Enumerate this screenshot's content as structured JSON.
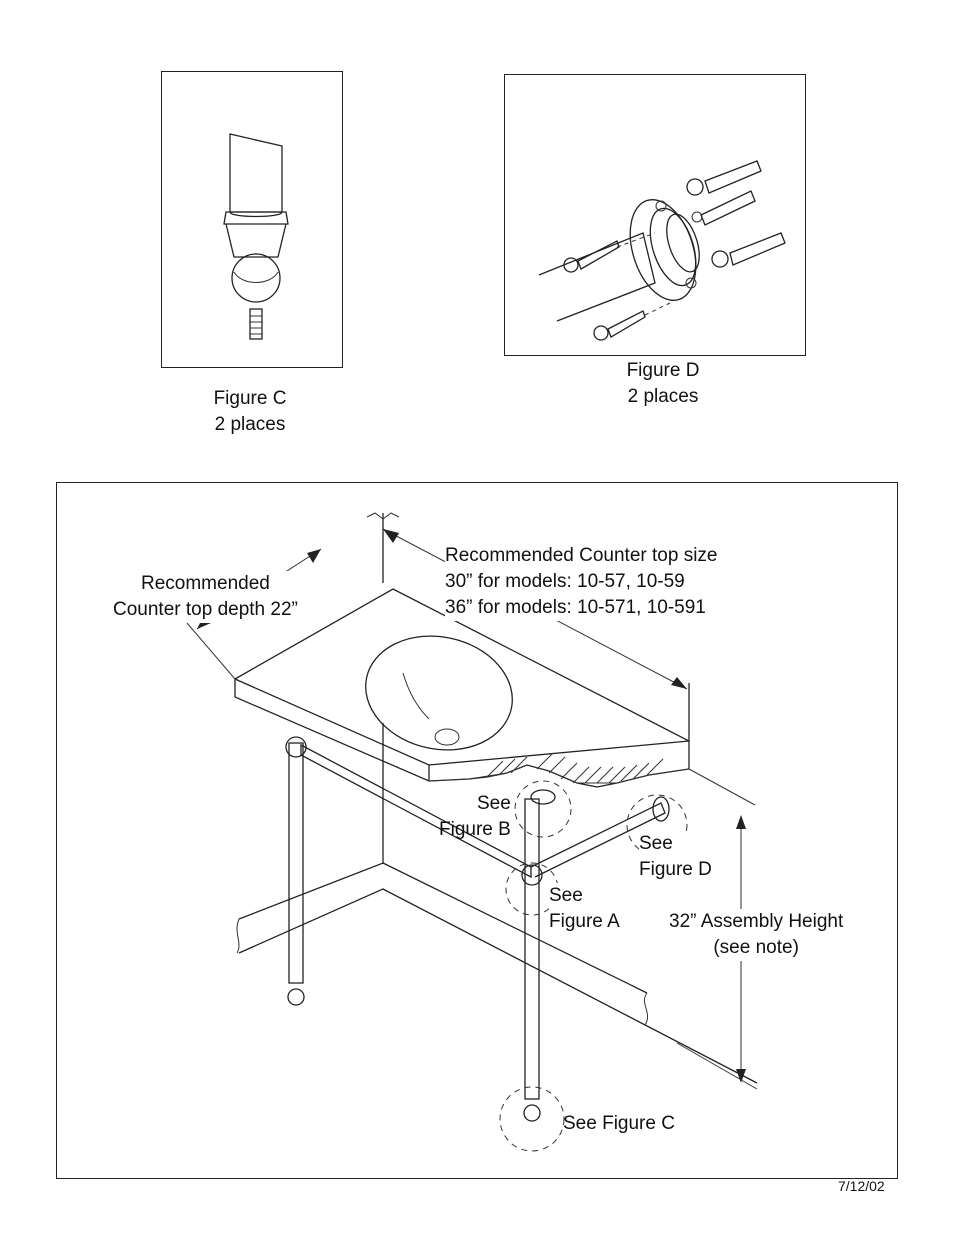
{
  "figure_c": {
    "title": "Figure C",
    "note": "2 places"
  },
  "figure_d": {
    "title": "Figure D",
    "note": "2 places"
  },
  "main": {
    "depth_label_line1": "Recommended",
    "depth_label_line2": "Counter top depth 22”",
    "size_label_line1": "Recommended Counter top size",
    "size_label_line2": "30” for models: 10-57, 10-59",
    "size_label_line3": "36” for models: 10-571, 10-591",
    "see_b_line1": "See",
    "see_b_line2": "Figure B",
    "see_d_line1": "See",
    "see_d_line2": "Figure D",
    "see_a_line1": "See",
    "see_a_line2": "Figure A",
    "height_line1": "32” Assembly Height",
    "height_line2": "(see note)",
    "see_c": "See Figure C"
  },
  "date": "7/12/02"
}
